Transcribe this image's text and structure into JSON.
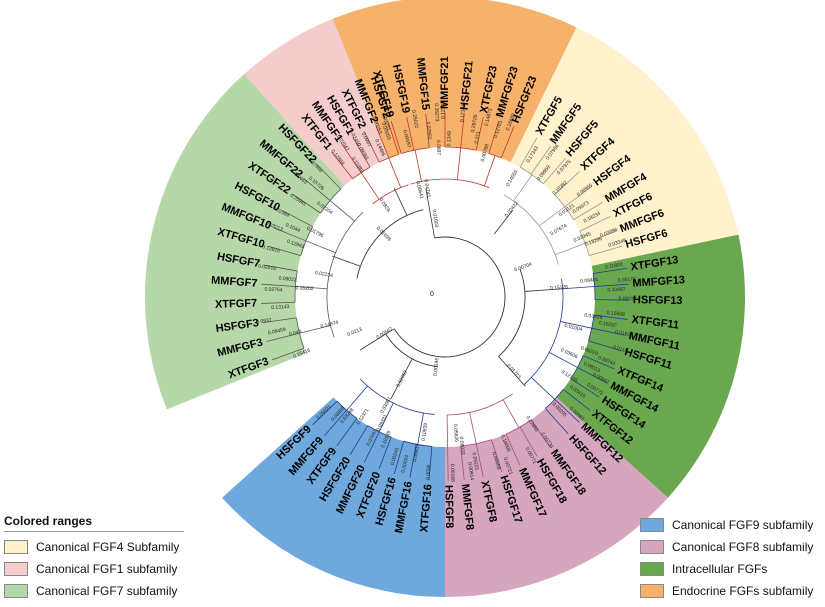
{
  "legend_left": {
    "title": "Colored ranges",
    "items": [
      {
        "label": "Canonical FGF4 Subfamily",
        "color": "#fff2cc"
      },
      {
        "label": "Canonical FGF1 subfamily",
        "color": "#f4cccc"
      },
      {
        "label": "Canonical FGF7 subfamily",
        "color": "#b6d7a8"
      }
    ]
  },
  "legend_right": {
    "items": [
      {
        "label": "Canonical FGF9 subfamily",
        "color": "#6fa8dc"
      },
      {
        "label": "Canonical FGF8 subfamily",
        "color": "#d5a6bd"
      },
      {
        "label": "Intracellular FGFs",
        "color": "#6aa84f"
      },
      {
        "label": "Endocrine FGFs subfamily",
        "color": "#f6b26b"
      }
    ]
  },
  "root_label": "0",
  "clades": [
    {
      "name": "endocrine",
      "color": "#f6b26b",
      "branch_color": "#c0392b",
      "a0": -112,
      "a1": -64
    },
    {
      "name": "fgf4",
      "color": "#fff2cc",
      "branch_color": "#999999",
      "a0": -64,
      "a1": -12
    },
    {
      "name": "intracellular",
      "color": "#6aa84f",
      "branch_color": "#1f3a93",
      "a0": -12,
      "a1": 42
    },
    {
      "name": "fgf8",
      "color": "#d5a6bd",
      "branch_color": "#a64d79",
      "a0": 42,
      "a1": 90
    },
    {
      "name": "fgf9",
      "color": "#6fa8dc",
      "branch_color": "#1f3a93",
      "a0": 90,
      "a1": 138
    },
    {
      "name": "fgf7",
      "color": "#b6d7a8",
      "branch_color": "#555555",
      "a0": 158,
      "a1": 228
    },
    {
      "name": "fgf1",
      "color": "#f4cccc",
      "branch_color": "#c0392b",
      "a0": 228,
      "a1": 248
    }
  ],
  "leaves": [
    {
      "name": "XTFGF19",
      "clade": "endocrine",
      "angle": -107
    },
    {
      "name": "HSFGF19",
      "clade": "endocrine",
      "angle": -102
    },
    {
      "name": "MMFGF15",
      "clade": "endocrine",
      "angle": -96
    },
    {
      "name": "MMFGF21",
      "clade": "endocrine",
      "angle": -90
    },
    {
      "name": "HSFGF21",
      "clade": "endocrine",
      "angle": -84
    },
    {
      "name": "XTFGF23",
      "clade": "endocrine",
      "angle": -78
    },
    {
      "name": "MMFGF23",
      "clade": "endocrine",
      "angle": -73
    },
    {
      "name": "HSFGF23",
      "clade": "endocrine",
      "angle": -68
    },
    {
      "name": "XTFGF5",
      "clade": "fgf4",
      "angle": -60
    },
    {
      "name": "MMFGF5",
      "clade": "fgf4",
      "angle": -55
    },
    {
      "name": "HSFGF5",
      "clade": "fgf4",
      "angle": -49
    },
    {
      "name": "XTFGF4",
      "clade": "fgf4",
      "angle": -43
    },
    {
      "name": "HSFGF4",
      "clade": "fgf4",
      "angle": -37
    },
    {
      "name": "MMFGF4",
      "clade": "fgf4",
      "angle": -31
    },
    {
      "name": "XTFGF6",
      "clade": "fgf4",
      "angle": -26
    },
    {
      "name": "MMFGF6",
      "clade": "fgf4",
      "angle": -21
    },
    {
      "name": "HSFGF6",
      "clade": "fgf4",
      "angle": -16
    },
    {
      "name": "XTFGF13",
      "clade": "intracellular",
      "angle": -9
    },
    {
      "name": "MMFGF13",
      "clade": "intracellular",
      "angle": -4
    },
    {
      "name": "HSFGF13",
      "clade": "intracellular",
      "angle": 1
    },
    {
      "name": "XTFGF11",
      "clade": "intracellular",
      "angle": 7
    },
    {
      "name": "MMFGF11",
      "clade": "intracellular",
      "angle": 12
    },
    {
      "name": "HSFGF11",
      "clade": "intracellular",
      "angle": 17
    },
    {
      "name": "XTFGF14",
      "clade": "intracellular",
      "angle": 23
    },
    {
      "name": "MMFGF14",
      "clade": "intracellular",
      "angle": 28
    },
    {
      "name": "HSFGF14",
      "clade": "intracellular",
      "angle": 33
    },
    {
      "name": "XTFGF12",
      "clade": "intracellular",
      "angle": 38
    },
    {
      "name": "MMFGF12",
      "clade": "intracellular",
      "angle": 43
    },
    {
      "name": "HSFGF12",
      "clade": "intracellular",
      "angle": 48
    },
    {
      "name": "MMFGF18",
      "clade": "fgf8",
      "angle": 55
    },
    {
      "name": "HSFGF18",
      "clade": "fgf8",
      "angle": 60
    },
    {
      "name": "MMFGF17",
      "clade": "fgf8",
      "angle": 66
    },
    {
      "name": "HSFGF17",
      "clade": "fgf8",
      "angle": 72
    },
    {
      "name": "XTFGF8",
      "clade": "fgf8",
      "angle": 78
    },
    {
      "name": "MMFGF8",
      "clade": "fgf8",
      "angle": 84
    },
    {
      "name": "HSFGF8",
      "clade": "fgf8",
      "angle": 89
    },
    {
      "name": "XTFGF16",
      "clade": "fgf9",
      "angle": 95
    },
    {
      "name": "MMFGF16",
      "clade": "fgf9",
      "angle": 101
    },
    {
      "name": "HSFGF16",
      "clade": "fgf9",
      "angle": 106
    },
    {
      "name": "XTFGF20",
      "clade": "fgf9",
      "angle": 111
    },
    {
      "name": "MMFGF20",
      "clade": "fgf9",
      "angle": 116
    },
    {
      "name": "HSFGF20",
      "clade": "fgf9",
      "angle": 121
    },
    {
      "name": "XTFGF9",
      "clade": "fgf9",
      "angle": 126
    },
    {
      "name": "MMFGF9",
      "clade": "fgf9",
      "angle": 131
    },
    {
      "name": "HSFGF9",
      "clade": "fgf9",
      "angle": 136
    },
    {
      "name": "XTFGF3",
      "clade": "fgf7",
      "angle": 160
    },
    {
      "name": "MMFGF3",
      "clade": "fgf7",
      "angle": 166
    },
    {
      "name": "HSFGF3",
      "clade": "fgf7",
      "angle": 172
    },
    {
      "name": "XTFGF7",
      "clade": "fgf7",
      "angle": 178
    },
    {
      "name": "MMFGF7",
      "clade": "fgf7",
      "angle": 184
    },
    {
      "name": "HSFGF7",
      "clade": "fgf7",
      "angle": 190
    },
    {
      "name": "XTFGF10",
      "clade": "fgf7",
      "angle": 196
    },
    {
      "name": "MMFGF10",
      "clade": "fgf7",
      "angle": 202
    },
    {
      "name": "HSFGF10",
      "clade": "fgf7",
      "angle": 208
    },
    {
      "name": "XTFGF22",
      "clade": "fgf7",
      "angle": 214
    },
    {
      "name": "MMFGF22",
      "clade": "fgf7",
      "angle": 220
    },
    {
      "name": "HSFGF22",
      "clade": "fgf7",
      "angle": 226
    },
    {
      "name": "XTFGF1",
      "clade": "fgf1",
      "angle": 232
    },
    {
      "name": "MMFGF1",
      "clade": "fgf1",
      "angle": 236
    },
    {
      "name": "HSFGF1",
      "clade": "fgf1",
      "angle": 240
    },
    {
      "name": "XTFGF2",
      "clade": "fgf1",
      "angle": 244
    },
    {
      "name": "MMFGF2",
      "clade": "fgf1",
      "angle": 248
    },
    {
      "name": "HSFGF2",
      "clade": "fgf1",
      "angle": 252
    }
  ],
  "branch_lengths": [
    {
      "text": "0.00704",
      "angle": -20,
      "r": 0.38
    },
    {
      "text": "0.15126",
      "angle": -4,
      "r": 0.52
    },
    {
      "text": "0.08401",
      "angle": -6,
      "r": 0.66
    },
    {
      "text": "0.11803",
      "angle": -10,
      "r": 0.78
    },
    {
      "text": "0.00174",
      "angle": -5,
      "r": 0.83
    },
    {
      "text": "0.10487",
      "angle": -2,
      "r": 0.78
    },
    {
      "text": "0.00234",
      "angle": 1,
      "r": 0.83
    },
    {
      "text": "0.03429",
      "angle": 8,
      "r": 0.68
    },
    {
      "text": "0.15668",
      "angle": 6,
      "r": 0.78
    },
    {
      "text": "0.01923",
      "angle": 12,
      "r": 0.83
    },
    {
      "text": "0.15297",
      "angle": 10,
      "r": 0.75
    },
    {
      "text": "0.0119",
      "angle": 17,
      "r": 0.83
    },
    {
      "text": "0.01004",
      "angle": 14,
      "r": 0.6
    },
    {
      "text": "0.03606",
      "angle": 25,
      "r": 0.62
    },
    {
      "text": "0.06229",
      "angle": 21,
      "r": 0.7
    },
    {
      "text": "0.09744",
      "angle": 22,
      "r": 0.79
    },
    {
      "text": "0.08113",
      "angle": 26,
      "r": 0.74
    },
    {
      "text": "0.00847",
      "angle": 28,
      "r": 0.8
    },
    {
      "text": "0.00772",
      "angle": 32,
      "r": 0.8
    },
    {
      "text": "0.12135",
      "angle": 33,
      "r": 0.67
    },
    {
      "text": "0.03415",
      "angle": 36,
      "r": 0.74
    },
    {
      "text": "0.00085",
      "angle": 42,
      "r": 0.8
    },
    {
      "text": "0.00205",
      "angle": 45,
      "r": 0.73
    },
    {
      "text": "0.01723",
      "angle": 48,
      "r": 0.46
    },
    {
      "text": "0.22866",
      "angle": 56,
      "r": 0.7
    },
    {
      "text": "0.00734",
      "angle": 55,
      "r": 0.8
    },
    {
      "text": "0.00771",
      "angle": 62,
      "r": 0.82
    },
    {
      "text": "0.18005",
      "angle": 68,
      "r": 0.72
    },
    {
      "text": "0.00721",
      "angle": 70,
      "r": 0.82
    },
    {
      "text": "0.06688",
      "angle": 73,
      "r": 0.78
    },
    {
      "text": "0.09221",
      "angle": 80,
      "r": 0.76
    },
    {
      "text": "0.08033",
      "angle": 84,
      "r": 0.68
    },
    {
      "text": "0.00914",
      "angle": 82,
      "r": 0.8
    },
    {
      "text": "0.00168",
      "angle": 88,
      "r": 0.8
    },
    {
      "text": "0.05626",
      "angle": 86,
      "r": 0.62
    },
    {
      "text": "0.00195",
      "angle": 96,
      "r": 0.32
    },
    {
      "text": "0.10839",
      "angle": 98,
      "r": 0.62
    },
    {
      "text": "0.0036",
      "angle": 95,
      "r": 0.8
    },
    {
      "text": "0.00024",
      "angle": 103,
      "r": 0.78
    },
    {
      "text": "0.06837",
      "angle": 100,
      "r": 0.72
    },
    {
      "text": "0.00245",
      "angle": 107,
      "r": 0.76
    },
    {
      "text": "0.10139",
      "angle": 112,
      "r": 0.7
    },
    {
      "text": "0.07663",
      "angle": 117,
      "r": 0.72
    },
    {
      "text": "0.09331",
      "angle": 116,
      "r": 0.64
    },
    {
      "text": "0.03081",
      "angle": 118,
      "r": 0.56
    },
    {
      "text": "0.12052",
      "angle": 117,
      "r": 0.42
    },
    {
      "text": "0.12371",
      "angle": 124,
      "r": 0.66
    },
    {
      "text": "0.03248",
      "angle": 129,
      "r": 0.7
    },
    {
      "text": "0.08889",
      "angle": 132,
      "r": 0.72
    },
    {
      "text": "0.05021",
      "angle": 136,
      "r": 0.76
    },
    {
      "text": "0.00567",
      "angle": 148,
      "r": 0.32
    },
    {
      "text": "0.0213",
      "angle": 158,
      "r": 0.44
    },
    {
      "text": "0.14974",
      "angle": 166,
      "r": 0.54
    },
    {
      "text": "0.15415",
      "angle": 158,
      "r": 0.7
    },
    {
      "text": "0.048",
      "angle": 166,
      "r": 0.7
    },
    {
      "text": "0.09459",
      "angle": 168,
      "r": 0.78
    },
    {
      "text": "0.0937",
      "angle": 172,
      "r": 0.83
    },
    {
      "text": "0.13143",
      "angle": 176,
      "r": 0.75
    },
    {
      "text": "0.16202",
      "angle": 183,
      "r": 0.64
    },
    {
      "text": "0.02754",
      "angle": 182,
      "r": 0.78
    },
    {
      "text": "0.09022",
      "angle": 186,
      "r": 0.72
    },
    {
      "text": "0.02916",
      "angle": 189,
      "r": 0.82
    },
    {
      "text": "0.02234",
      "angle": 190,
      "r": 0.56
    },
    {
      "text": "0.12815",
      "angle": 195,
      "r": 0.82
    },
    {
      "text": "0.12841",
      "angle": 199,
      "r": 0.72
    },
    {
      "text": "0.03213",
      "angle": 202,
      "r": 0.84
    },
    {
      "text": "0.1044",
      "angle": 204,
      "r": 0.76
    },
    {
      "text": "0.02584",
      "angle": 207,
      "r": 0.84
    },
    {
      "text": "0.01796",
      "angle": 206,
      "r": 0.66
    },
    {
      "text": "0.25941",
      "angle": 213,
      "r": 0.8
    },
    {
      "text": "0.02204",
      "angle": 216,
      "r": 0.68
    },
    {
      "text": "0.0663",
      "angle": 219,
      "r": 0.85
    },
    {
      "text": "0.15728",
      "angle": 221,
      "r": 0.78
    },
    {
      "text": "0.07666",
      "angle": 225,
      "r": 0.84
    },
    {
      "text": "0.01698",
      "angle": 225,
      "r": 0.4
    },
    {
      "text": "0.0828",
      "angle": 236,
      "r": 0.5
    },
    {
      "text": "0.12868",
      "angle": 232,
      "r": 0.8
    },
    {
      "text": "0.11889",
      "angle": 236,
      "r": 0.72
    },
    {
      "text": "0.02047",
      "angle": 236,
      "r": 0.84
    },
    {
      "text": "0.02450",
      "angle": 240,
      "r": 0.83
    },
    {
      "text": "0.09068",
      "angle": 240,
      "r": 0.76
    },
    {
      "text": "0.0997",
      "angle": 243,
      "r": 0.8
    },
    {
      "text": "0.14486",
      "angle": 246,
      "r": 0.74
    },
    {
      "text": "0.00253",
      "angle": 248,
      "r": 0.84
    },
    {
      "text": "0.03251",
      "angle": 251,
      "r": 0.84
    },
    {
      "text": "0.00055",
      "angle": 250,
      "r": 0.8
    },
    {
      "text": "0.00641",
      "angle": 256,
      "r": 0.5
    },
    {
      "text": "0.09697",
      "angle": -104,
      "r": 0.74
    },
    {
      "text": "0.25022",
      "angle": -100,
      "r": 0.82
    },
    {
      "text": "0.07891",
      "angle": -96,
      "r": 0.76
    },
    {
      "text": "0.0897",
      "angle": -93,
      "r": 0.68
    },
    {
      "text": "0.26273",
      "angle": -93,
      "r": 0.84
    },
    {
      "text": "0.12193",
      "angle": -90,
      "r": 0.85
    },
    {
      "text": "0.1349",
      "angle": -88,
      "r": 0.72
    },
    {
      "text": "0.12163",
      "angle": -84,
      "r": 0.84
    },
    {
      "text": "0.29726",
      "angle": -80,
      "r": 0.8
    },
    {
      "text": "0.071",
      "angle": -78,
      "r": 0.74
    },
    {
      "text": "0.14873",
      "angle": -76,
      "r": 0.84
    },
    {
      "text": "0.00788",
      "angle": -74,
      "r": 0.68
    },
    {
      "text": "0.12761",
      "angle": -72,
      "r": 0.8
    },
    {
      "text": "0.16689",
      "angle": -69,
      "r": 0.85
    },
    {
      "text": "0.04741",
      "angle": -100,
      "r": 0.5
    },
    {
      "text": "0.01603",
      "angle": -98,
      "r": 0.36
    },
    {
      "text": "0.02422",
      "angle": -52,
      "r": 0.5
    },
    {
      "text": "0.14555",
      "angle": -60,
      "r": 0.62
    },
    {
      "text": "0.17343",
      "angle": -58,
      "r": 0.76
    },
    {
      "text": "0.07956",
      "angle": -53,
      "r": 0.82
    },
    {
      "text": "0.09959",
      "angle": -51,
      "r": 0.72
    },
    {
      "text": "0.07975",
      "angle": -47,
      "r": 0.8
    },
    {
      "text": "0.16382",
      "angle": -43,
      "r": 0.72
    },
    {
      "text": "0.08955",
      "angle": -37,
      "r": 0.8
    },
    {
      "text": "0.03121",
      "angle": -35,
      "r": 0.68
    },
    {
      "text": "0.09973",
      "angle": -33,
      "r": 0.74
    },
    {
      "text": "0.18234",
      "angle": -28,
      "r": 0.76
    },
    {
      "text": "0.07674",
      "angle": -30,
      "r": 0.6
    },
    {
      "text": "0.03945",
      "angle": -23,
      "r": 0.68
    },
    {
      "text": "0.03396",
      "angle": -21,
      "r": 0.8
    },
    {
      "text": "0.13296",
      "angle": -20,
      "r": 0.72
    },
    {
      "text": "0.03349",
      "angle": -17,
      "r": 0.82
    }
  ]
}
